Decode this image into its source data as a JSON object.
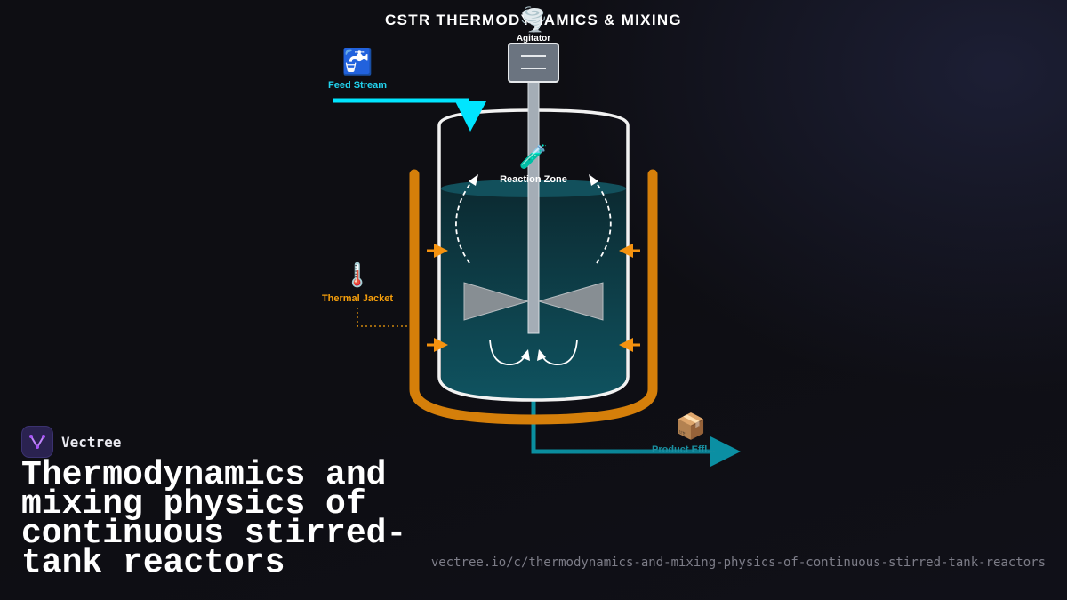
{
  "diagram": {
    "title": "CSTR THERMODYNAMICS & MIXING",
    "labels": {
      "agitator": "Agitator",
      "feed_stream": "Feed Stream",
      "reaction_zone": "Reaction Zone",
      "thermal_jacket": "Thermal Jacket",
      "product_effluent": "Product Effl..."
    },
    "icons": {
      "agitator": "🌪️",
      "feed_stream": "🚰",
      "reaction_zone": "🧪",
      "thermal_jacket": "🌡️",
      "product_effluent": "📦"
    },
    "colors": {
      "feed": "#00e5ff",
      "jacket": "#d57f0a",
      "heat_arrows": "#f5920f",
      "liquid": "#0d4a55",
      "effluent": "#0b8fa3",
      "vessel_outline": "#f2f2f2",
      "agitator_body": "#6b7480"
    }
  },
  "brand": {
    "name": "Vectree"
  },
  "headline": "Thermodynamics and mixing physics of continuous stirred-tank reactors",
  "url": "vectree.io/c/thermodynamics-and-mixing-physics-of-continuous-stirred-tank-reactors"
}
